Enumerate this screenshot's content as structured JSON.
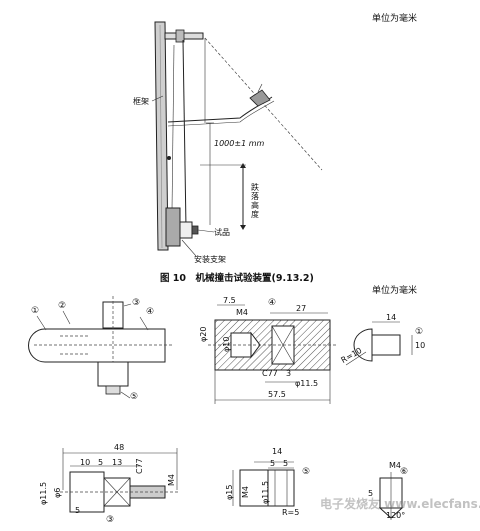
{
  "figure_top": {
    "unit_note": "单位为毫米",
    "labels": {
      "frame": "框架",
      "drop_height_chars": [
        "跌",
        "落",
        "高",
        "度"
      ],
      "distance": "1000±1 mm",
      "specimen": "试品",
      "mount": "安装支架"
    },
    "caption": "图 10　机械撞击试验装置(9.13.2)"
  },
  "figure_bottom": {
    "unit_note": "单位为毫米",
    "callouts": [
      "①",
      "②",
      "③",
      "④",
      "⑤",
      "④",
      "①",
      "③",
      "⑤",
      "⑥"
    ],
    "dims_part4": [
      "7.5",
      "M4",
      "27",
      "φ20",
      "φ10",
      "C77",
      "3",
      "φ11.5",
      "57.5"
    ],
    "dims_part1": [
      "14",
      "R=10",
      "10"
    ],
    "dims_part3": [
      "48",
      "10",
      "5",
      "13",
      "C77",
      "φ11.5",
      "φ6",
      "M4",
      "5"
    ],
    "dims_part5": [
      "14",
      "5",
      "5",
      "φ15",
      "M4",
      "φ11.5",
      "R=5"
    ],
    "dims_part6": [
      "M4",
      "5",
      "120°"
    ]
  },
  "watermark": "电子发烧友 www.elecfans.com"
}
